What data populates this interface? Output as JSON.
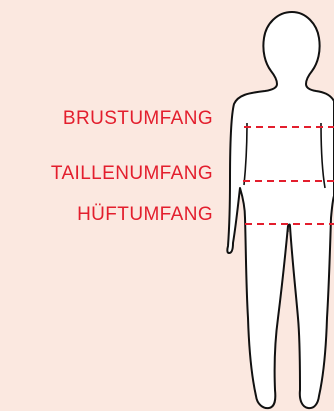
{
  "colors": {
    "background": "#fbe8e0",
    "accent": "#e31e2d",
    "outline": "#111111",
    "figure_fill": "#ffffff"
  },
  "measurements": {
    "bust": "BRUSTUMFANG",
    "waist": "TAILLENUMFANG",
    "hip": "HÜFTUMFANG"
  }
}
